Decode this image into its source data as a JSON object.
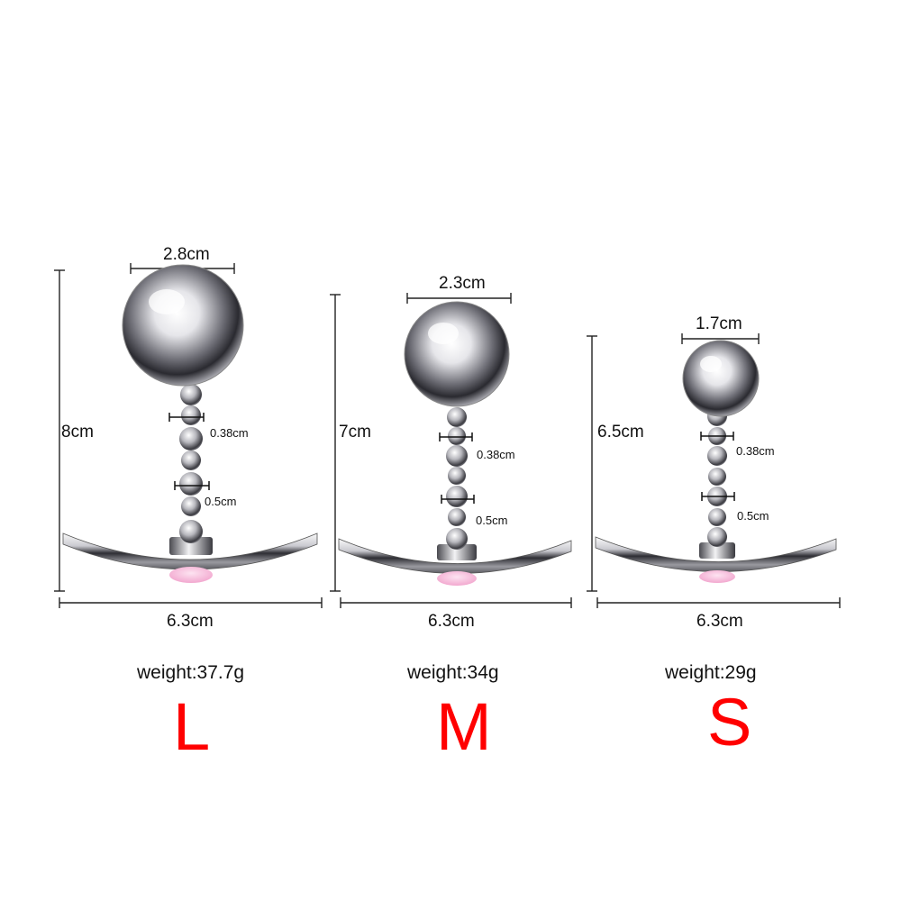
{
  "products": [
    {
      "size": "L",
      "top_width": "2.8cm",
      "height": "8cm",
      "bead_small": "0.38cm",
      "bead_large": "0.5cm",
      "base_width": "6.3cm",
      "weight": "weight:37.7g"
    },
    {
      "size": "M",
      "top_width": "2.3cm",
      "height": "7cm",
      "bead_small": "0.38cm",
      "bead_large": "0.5cm",
      "base_width": "6.3cm",
      "weight": "weight:34g"
    },
    {
      "size": "S",
      "top_width": "1.7cm",
      "height": "6.5cm",
      "bead_small": "0.38cm",
      "bead_large": "0.5cm",
      "base_width": "6.3cm",
      "weight": "weight:29g"
    }
  ],
  "colors": {
    "size_letter": "#ff0000",
    "pink_gem": "#f2a8cf",
    "metal_light": "#f4f4f6",
    "metal_dark": "#2b2b30"
  }
}
